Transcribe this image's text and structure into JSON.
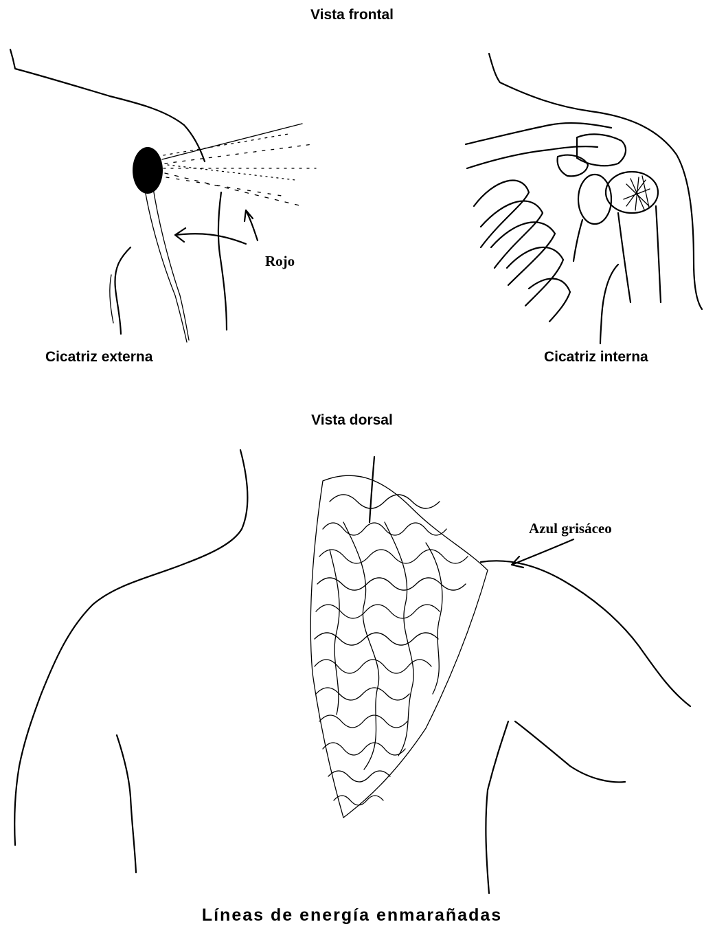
{
  "titles": {
    "frontal": "Vista frontal",
    "dorsal": "Vista dorsal"
  },
  "labels": {
    "external_scar": "Cicatriz externa",
    "internal_scar": "Cicatriz interna",
    "red": "Rojo",
    "gray_blue": "Azul grisáceo"
  },
  "caption": "Líneas de energía enmarañadas"
}
